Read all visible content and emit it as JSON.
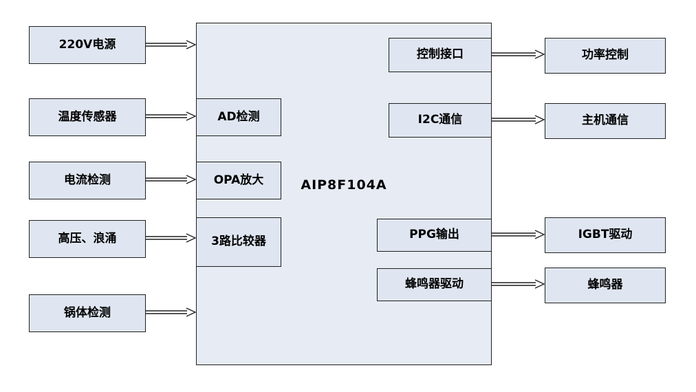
{
  "diagram": {
    "chip": {
      "label": "AIP8F104A"
    },
    "left_inputs": [
      {
        "label": "220V电源"
      },
      {
        "label": "温度传感器"
      },
      {
        "label": "电流检测"
      },
      {
        "label": "高压、浪涌"
      },
      {
        "label": "锅体检测"
      }
    ],
    "chip_left_modules": [
      {
        "label": "AD检测"
      },
      {
        "label": "OPA放大"
      },
      {
        "label": "3路比较器"
      }
    ],
    "chip_right_modules": [
      {
        "label": "控制接口"
      },
      {
        "label": "I2C通信"
      },
      {
        "label": "PPG输出"
      },
      {
        "label": "蜂鸣器驱动"
      }
    ],
    "right_outputs": [
      {
        "label": "功率控制"
      },
      {
        "label": "主机通信"
      },
      {
        "label": "IGBT驱动"
      },
      {
        "label": "蜂鸣器"
      }
    ],
    "colors": {
      "box_fill": "#dfe6f1",
      "chip_fill": "#e6ebf4",
      "box_border": "#1f1f1f",
      "background": "#ffffff"
    }
  }
}
